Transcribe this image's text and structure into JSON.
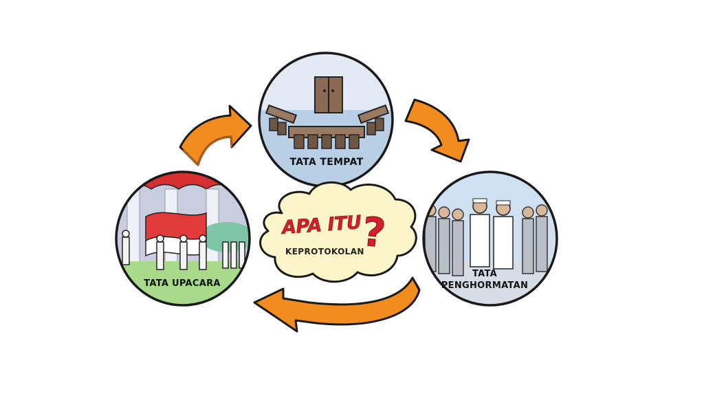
{
  "nodes": {
    "tempat": {
      "label": "TATA TEMPAT"
    },
    "upacara": {
      "label": "TATA UPACARA"
    },
    "hormat": {
      "label_line1": "TATA",
      "label_line2": "PENGHORMATAN"
    }
  },
  "center": {
    "title": "APA ITU",
    "question_mark": "?",
    "subtitle": "KEPROTOKOLAN"
  },
  "colors": {
    "arrow": "#f28c1e",
    "arrow_dark": "#d96f0a",
    "cloud": "#fcf5c9",
    "title_red": "#d21f2b",
    "flag_red": "#e23b3b",
    "sky_blue": "#cfe0f2"
  }
}
